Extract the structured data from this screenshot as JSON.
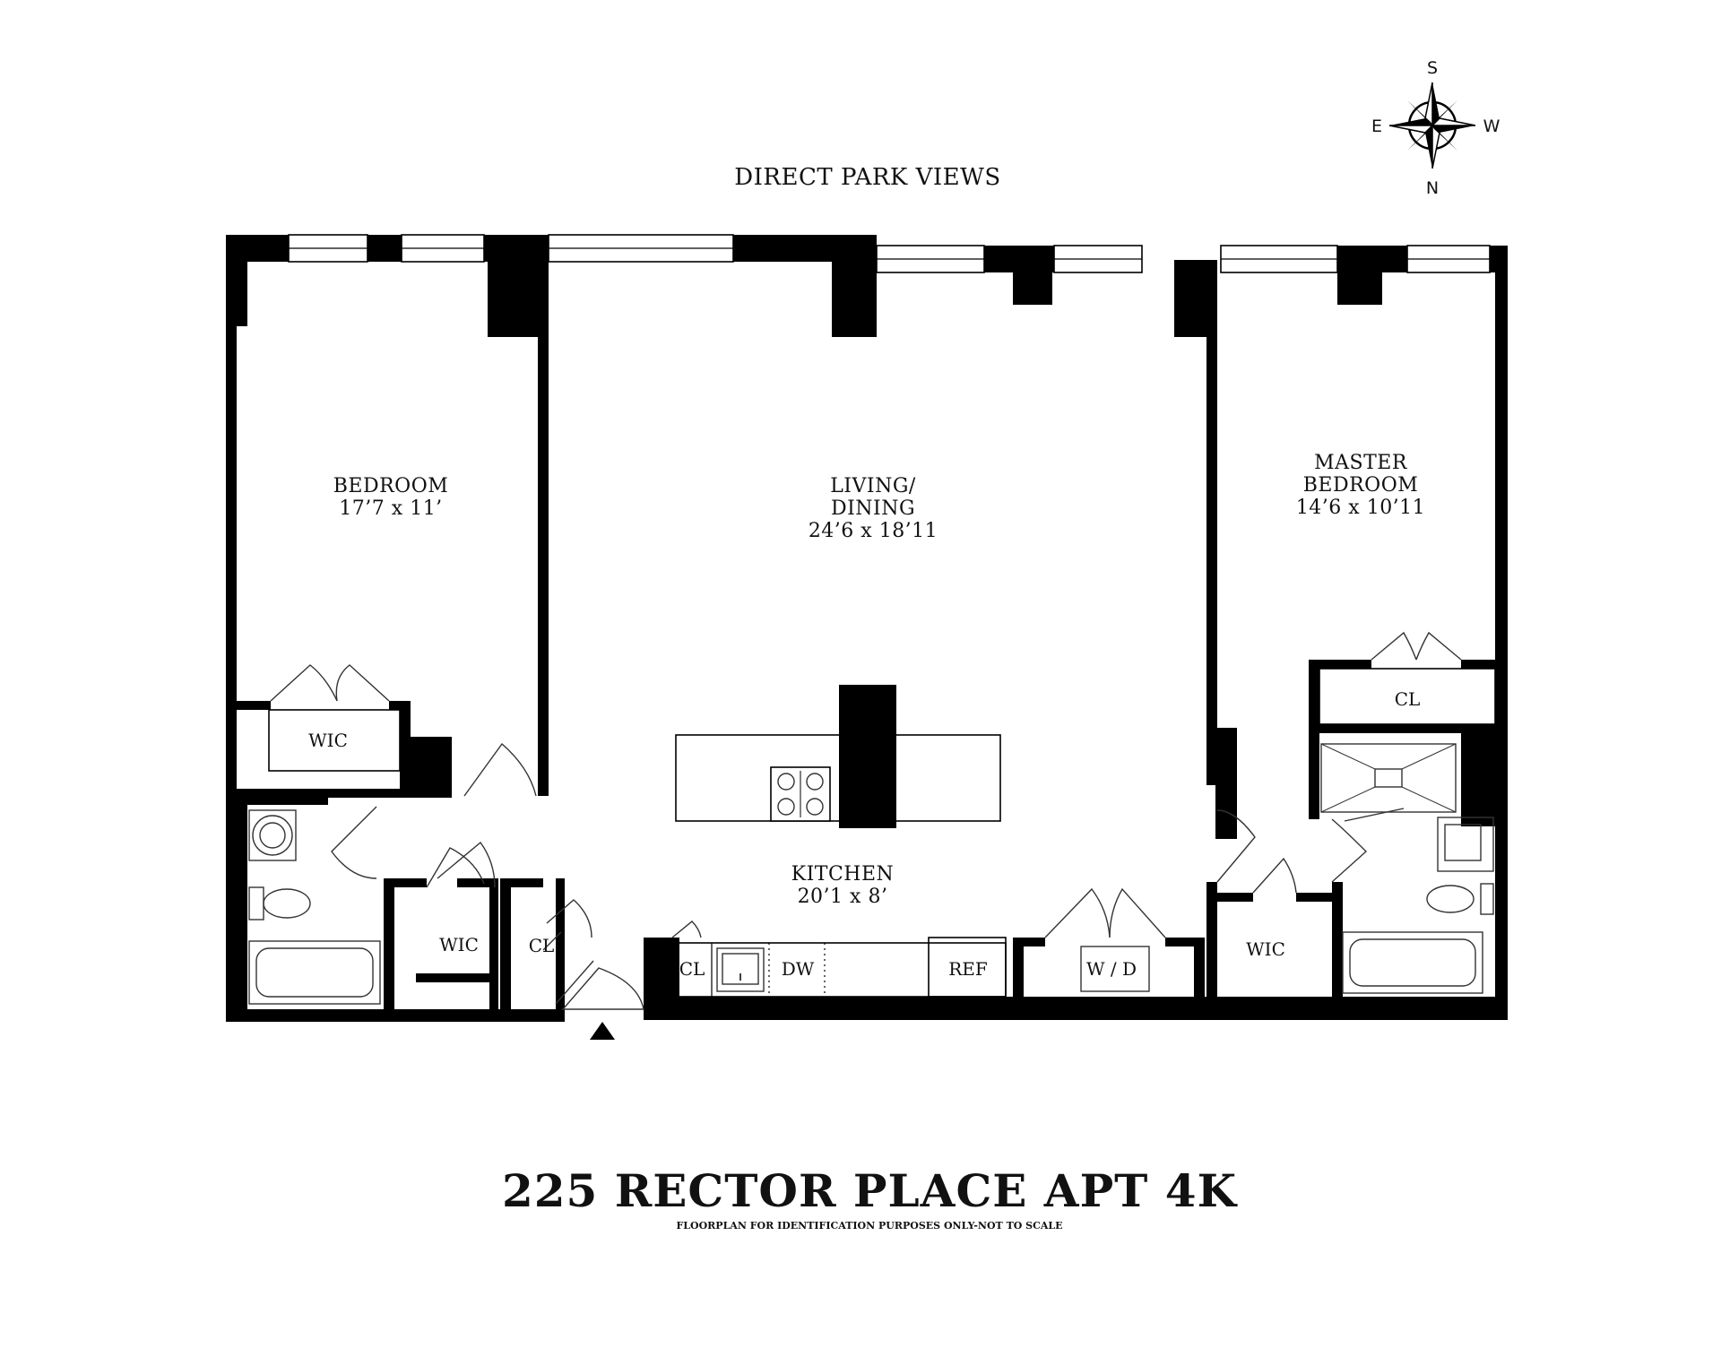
{
  "header": {
    "views_label": "DIRECT PARK VIEWS"
  },
  "compass": {
    "north": "N",
    "south": "S",
    "east": "E",
    "west": "W"
  },
  "rooms": {
    "bedroom": {
      "name": "BEDROOM",
      "size": "17’7 x 11’"
    },
    "living": {
      "name_line1": "LIVING/",
      "name_line2": "DINING",
      "size": "24’6 x 18’11"
    },
    "master": {
      "name_line1": "MASTER",
      "name_line2": "BEDROOM",
      "size": "14’6 x 10’11"
    },
    "kitchen": {
      "name": "KITCHEN",
      "size": "20’1 x 8’"
    }
  },
  "closets": {
    "wic_bedroom": "WIC",
    "wic_hall": "WIC",
    "cl_hall": "CL",
    "cl_kitchen": "CL",
    "dw": "DW",
    "ref": "REF",
    "wd": "W / D",
    "wic_master": "WIC",
    "cl_master": "CL"
  },
  "footer": {
    "title": "225 RECTOR PLACE APT 4K",
    "disclaimer": "FLOORPLAN FOR IDENTIFICATION PURPOSES ONLY-NOT TO SCALE"
  }
}
